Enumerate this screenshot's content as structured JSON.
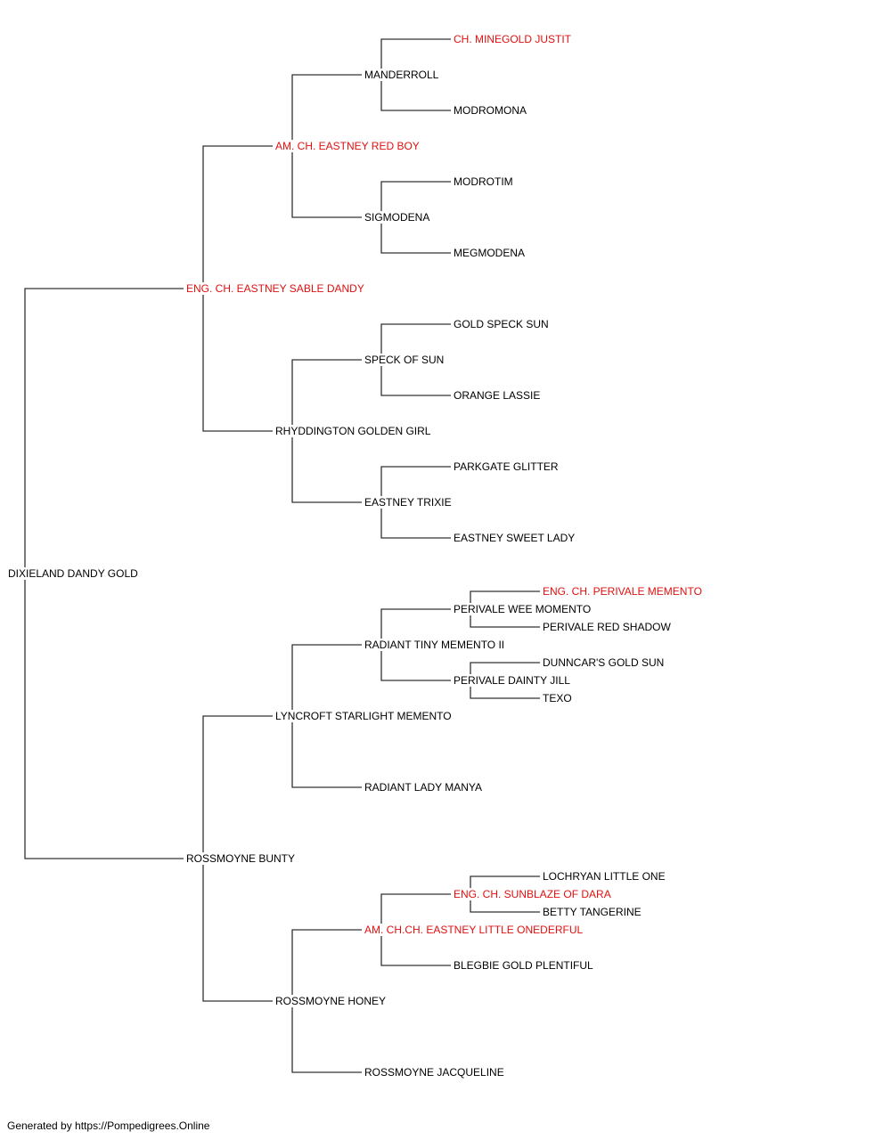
{
  "pedigree": {
    "nodes": [
      {
        "id": "dixieland-dandy-gold",
        "name": "DIXIELAND DANDY GOLD",
        "champion": false
      },
      {
        "id": "eng-ch-eastney-sable-dandy",
        "name": "ENG. CH. EASTNEY SABLE DANDY",
        "champion": true
      },
      {
        "id": "rossmoyne-bunty",
        "name": "ROSSMOYNE BUNTY",
        "champion": false
      },
      {
        "id": "am-ch-eastney-red-boy",
        "name": "AM. CH. EASTNEY RED BOY",
        "champion": true
      },
      {
        "id": "rhyddington-golden-girl",
        "name": "RHYDDINGTON GOLDEN GIRL",
        "champion": false
      },
      {
        "id": "lyncroft-starlight-memento",
        "name": "LYNCROFT STARLIGHT MEMENTO",
        "champion": false
      },
      {
        "id": "rossmoyne-honey",
        "name": "ROSSMOYNE HONEY",
        "champion": false
      },
      {
        "id": "manderroll",
        "name": "MANDERROLL",
        "champion": false
      },
      {
        "id": "sigmodena",
        "name": "SIGMODENA",
        "champion": false
      },
      {
        "id": "speck-of-sun",
        "name": "SPECK OF SUN",
        "champion": false
      },
      {
        "id": "eastney-trixie",
        "name": "EASTNEY TRIXIE",
        "champion": false
      },
      {
        "id": "radiant-tiny-memento-ii",
        "name": "RADIANT TINY MEMENTO II",
        "champion": false
      },
      {
        "id": "radiant-lady-manya",
        "name": "RADIANT LADY MANYA",
        "champion": false
      },
      {
        "id": "am-chch-eastney-little-onederful",
        "name": "AM. CH.CH. EASTNEY LITTLE ONEDERFUL",
        "champion": true
      },
      {
        "id": "rossmoyne-jacqueline",
        "name": "ROSSMOYNE JACQUELINE",
        "champion": false
      },
      {
        "id": "ch-minegold-justit",
        "name": "CH. MINEGOLD JUSTIT",
        "champion": true
      },
      {
        "id": "modromona",
        "name": "MODROMONA",
        "champion": false
      },
      {
        "id": "modrotim",
        "name": "MODROTIM",
        "champion": false
      },
      {
        "id": "megmodena",
        "name": "MEGMODENA",
        "champion": false
      },
      {
        "id": "gold-speck-sun",
        "name": "GOLD SPECK SUN",
        "champion": false
      },
      {
        "id": "orange-lassie",
        "name": "ORANGE LASSIE",
        "champion": false
      },
      {
        "id": "parkgate-glitter",
        "name": "PARKGATE GLITTER",
        "champion": false
      },
      {
        "id": "eastney-sweet-lady",
        "name": "EASTNEY SWEET LADY",
        "champion": false
      },
      {
        "id": "perivale-wee-momento",
        "name": "PERIVALE WEE MOMENTO",
        "champion": false
      },
      {
        "id": "perivale-dainty-jill",
        "name": "PERIVALE DAINTY JILL",
        "champion": false
      },
      {
        "id": "eng-ch-sunblaze-of-dara",
        "name": "ENG. CH. SUNBLAZE OF DARA",
        "champion": true
      },
      {
        "id": "blegbie-gold-plentiful",
        "name": "BLEGBIE GOLD PLENTIFUL",
        "champion": false
      },
      {
        "id": "eng-ch-perivale-memento",
        "name": "ENG. CH. PERIVALE MEMENTO",
        "champion": true
      },
      {
        "id": "perivale-red-shadow",
        "name": "PERIVALE RED SHADOW",
        "champion": false
      },
      {
        "id": "dunncars-gold-sun",
        "name": "DUNNCAR'S GOLD SUN",
        "champion": false
      },
      {
        "id": "texo",
        "name": "TEXO",
        "champion": false
      },
      {
        "id": "lochryan-little-one",
        "name": "LOCHRYAN LITTLE ONE",
        "champion": false
      },
      {
        "id": "betty-tangerine",
        "name": "BETTY TANGERINE",
        "champion": false
      }
    ],
    "edges": [
      [
        "dixieland-dandy-gold",
        "eng-ch-eastney-sable-dandy"
      ],
      [
        "dixieland-dandy-gold",
        "rossmoyne-bunty"
      ],
      [
        "eng-ch-eastney-sable-dandy",
        "am-ch-eastney-red-boy"
      ],
      [
        "eng-ch-eastney-sable-dandy",
        "rhyddington-golden-girl"
      ],
      [
        "rossmoyne-bunty",
        "lyncroft-starlight-memento"
      ],
      [
        "rossmoyne-bunty",
        "rossmoyne-honey"
      ],
      [
        "am-ch-eastney-red-boy",
        "manderroll"
      ],
      [
        "am-ch-eastney-red-boy",
        "sigmodena"
      ],
      [
        "rhyddington-golden-girl",
        "speck-of-sun"
      ],
      [
        "rhyddington-golden-girl",
        "eastney-trixie"
      ],
      [
        "lyncroft-starlight-memento",
        "radiant-tiny-memento-ii"
      ],
      [
        "lyncroft-starlight-memento",
        "radiant-lady-manya"
      ],
      [
        "rossmoyne-honey",
        "am-chch-eastney-little-onederful"
      ],
      [
        "rossmoyne-honey",
        "rossmoyne-jacqueline"
      ],
      [
        "manderroll",
        "ch-minegold-justit"
      ],
      [
        "manderroll",
        "modromona"
      ],
      [
        "sigmodena",
        "modrotim"
      ],
      [
        "sigmodena",
        "megmodena"
      ],
      [
        "speck-of-sun",
        "gold-speck-sun"
      ],
      [
        "speck-of-sun",
        "orange-lassie"
      ],
      [
        "eastney-trixie",
        "parkgate-glitter"
      ],
      [
        "eastney-trixie",
        "eastney-sweet-lady"
      ],
      [
        "radiant-tiny-memento-ii",
        "perivale-wee-momento"
      ],
      [
        "radiant-tiny-memento-ii",
        "perivale-dainty-jill"
      ],
      [
        "am-chch-eastney-little-onederful",
        "eng-ch-sunblaze-of-dara"
      ],
      [
        "am-chch-eastney-little-onederful",
        "blegbie-gold-plentiful"
      ],
      [
        "perivale-wee-momento",
        "eng-ch-perivale-memento"
      ],
      [
        "perivale-wee-momento",
        "perivale-red-shadow"
      ],
      [
        "perivale-dainty-jill",
        "dunncars-gold-sun"
      ],
      [
        "perivale-dainty-jill",
        "texo"
      ],
      [
        "eng-ch-sunblaze-of-dara",
        "lochryan-little-one"
      ],
      [
        "eng-ch-sunblaze-of-dara",
        "betty-tangerine"
      ]
    ]
  },
  "colors": {
    "champion": "#e01010",
    "normal": "#000000",
    "line": "#333333"
  },
  "footer": "Generated by https://Pompedigrees.Online"
}
